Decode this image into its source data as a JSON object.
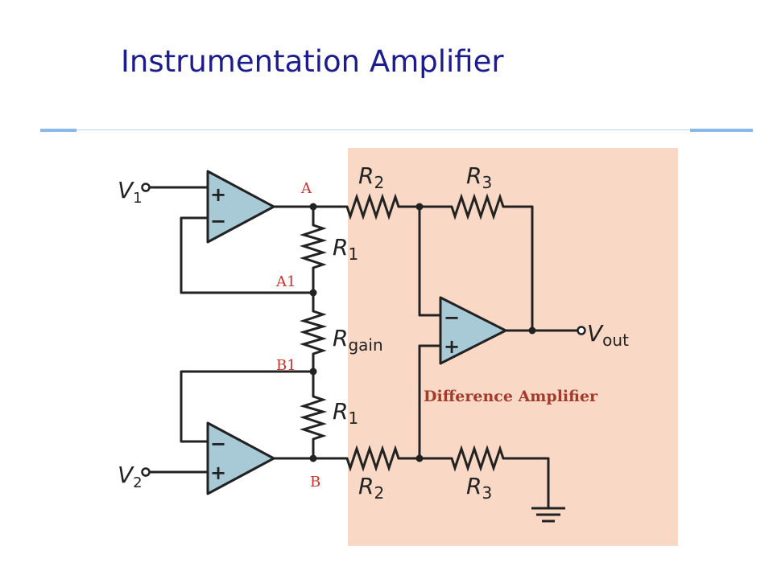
{
  "slide": {
    "title": "Instrumentation Amplifier"
  },
  "colors": {
    "title": "#1c1c8c",
    "rule": "#8ab9e8",
    "panel": "#f9d9c6",
    "opamp": "#a8cad6",
    "wire": "#222222",
    "node_label": "#c8322d",
    "panel_label": "#a43a2c"
  },
  "diagram": {
    "inputs": {
      "v1": {
        "base": "V",
        "sub": "1"
      },
      "v2": {
        "base": "V",
        "sub": "2"
      }
    },
    "output": {
      "base": "V",
      "sub": "out"
    },
    "nodes": {
      "a": "A",
      "a1": "A1",
      "b1": "B1",
      "b": "B"
    },
    "resistors": {
      "r2_top": {
        "base": "R",
        "sub": "2"
      },
      "r3_top": {
        "base": "R",
        "sub": "3"
      },
      "r1_top": {
        "base": "R",
        "sub": "1"
      },
      "rgain": {
        "base": "R",
        "sub": "gain"
      },
      "r1_bottom": {
        "base": "R",
        "sub": "1"
      },
      "r2_bottom": {
        "base": "R",
        "sub": "2"
      },
      "r3_bottom": {
        "base": "R",
        "sub": "3"
      }
    },
    "opamp_signs": {
      "plus": "+",
      "minus": "−"
    },
    "panel_label": "Difference Amplifier"
  }
}
